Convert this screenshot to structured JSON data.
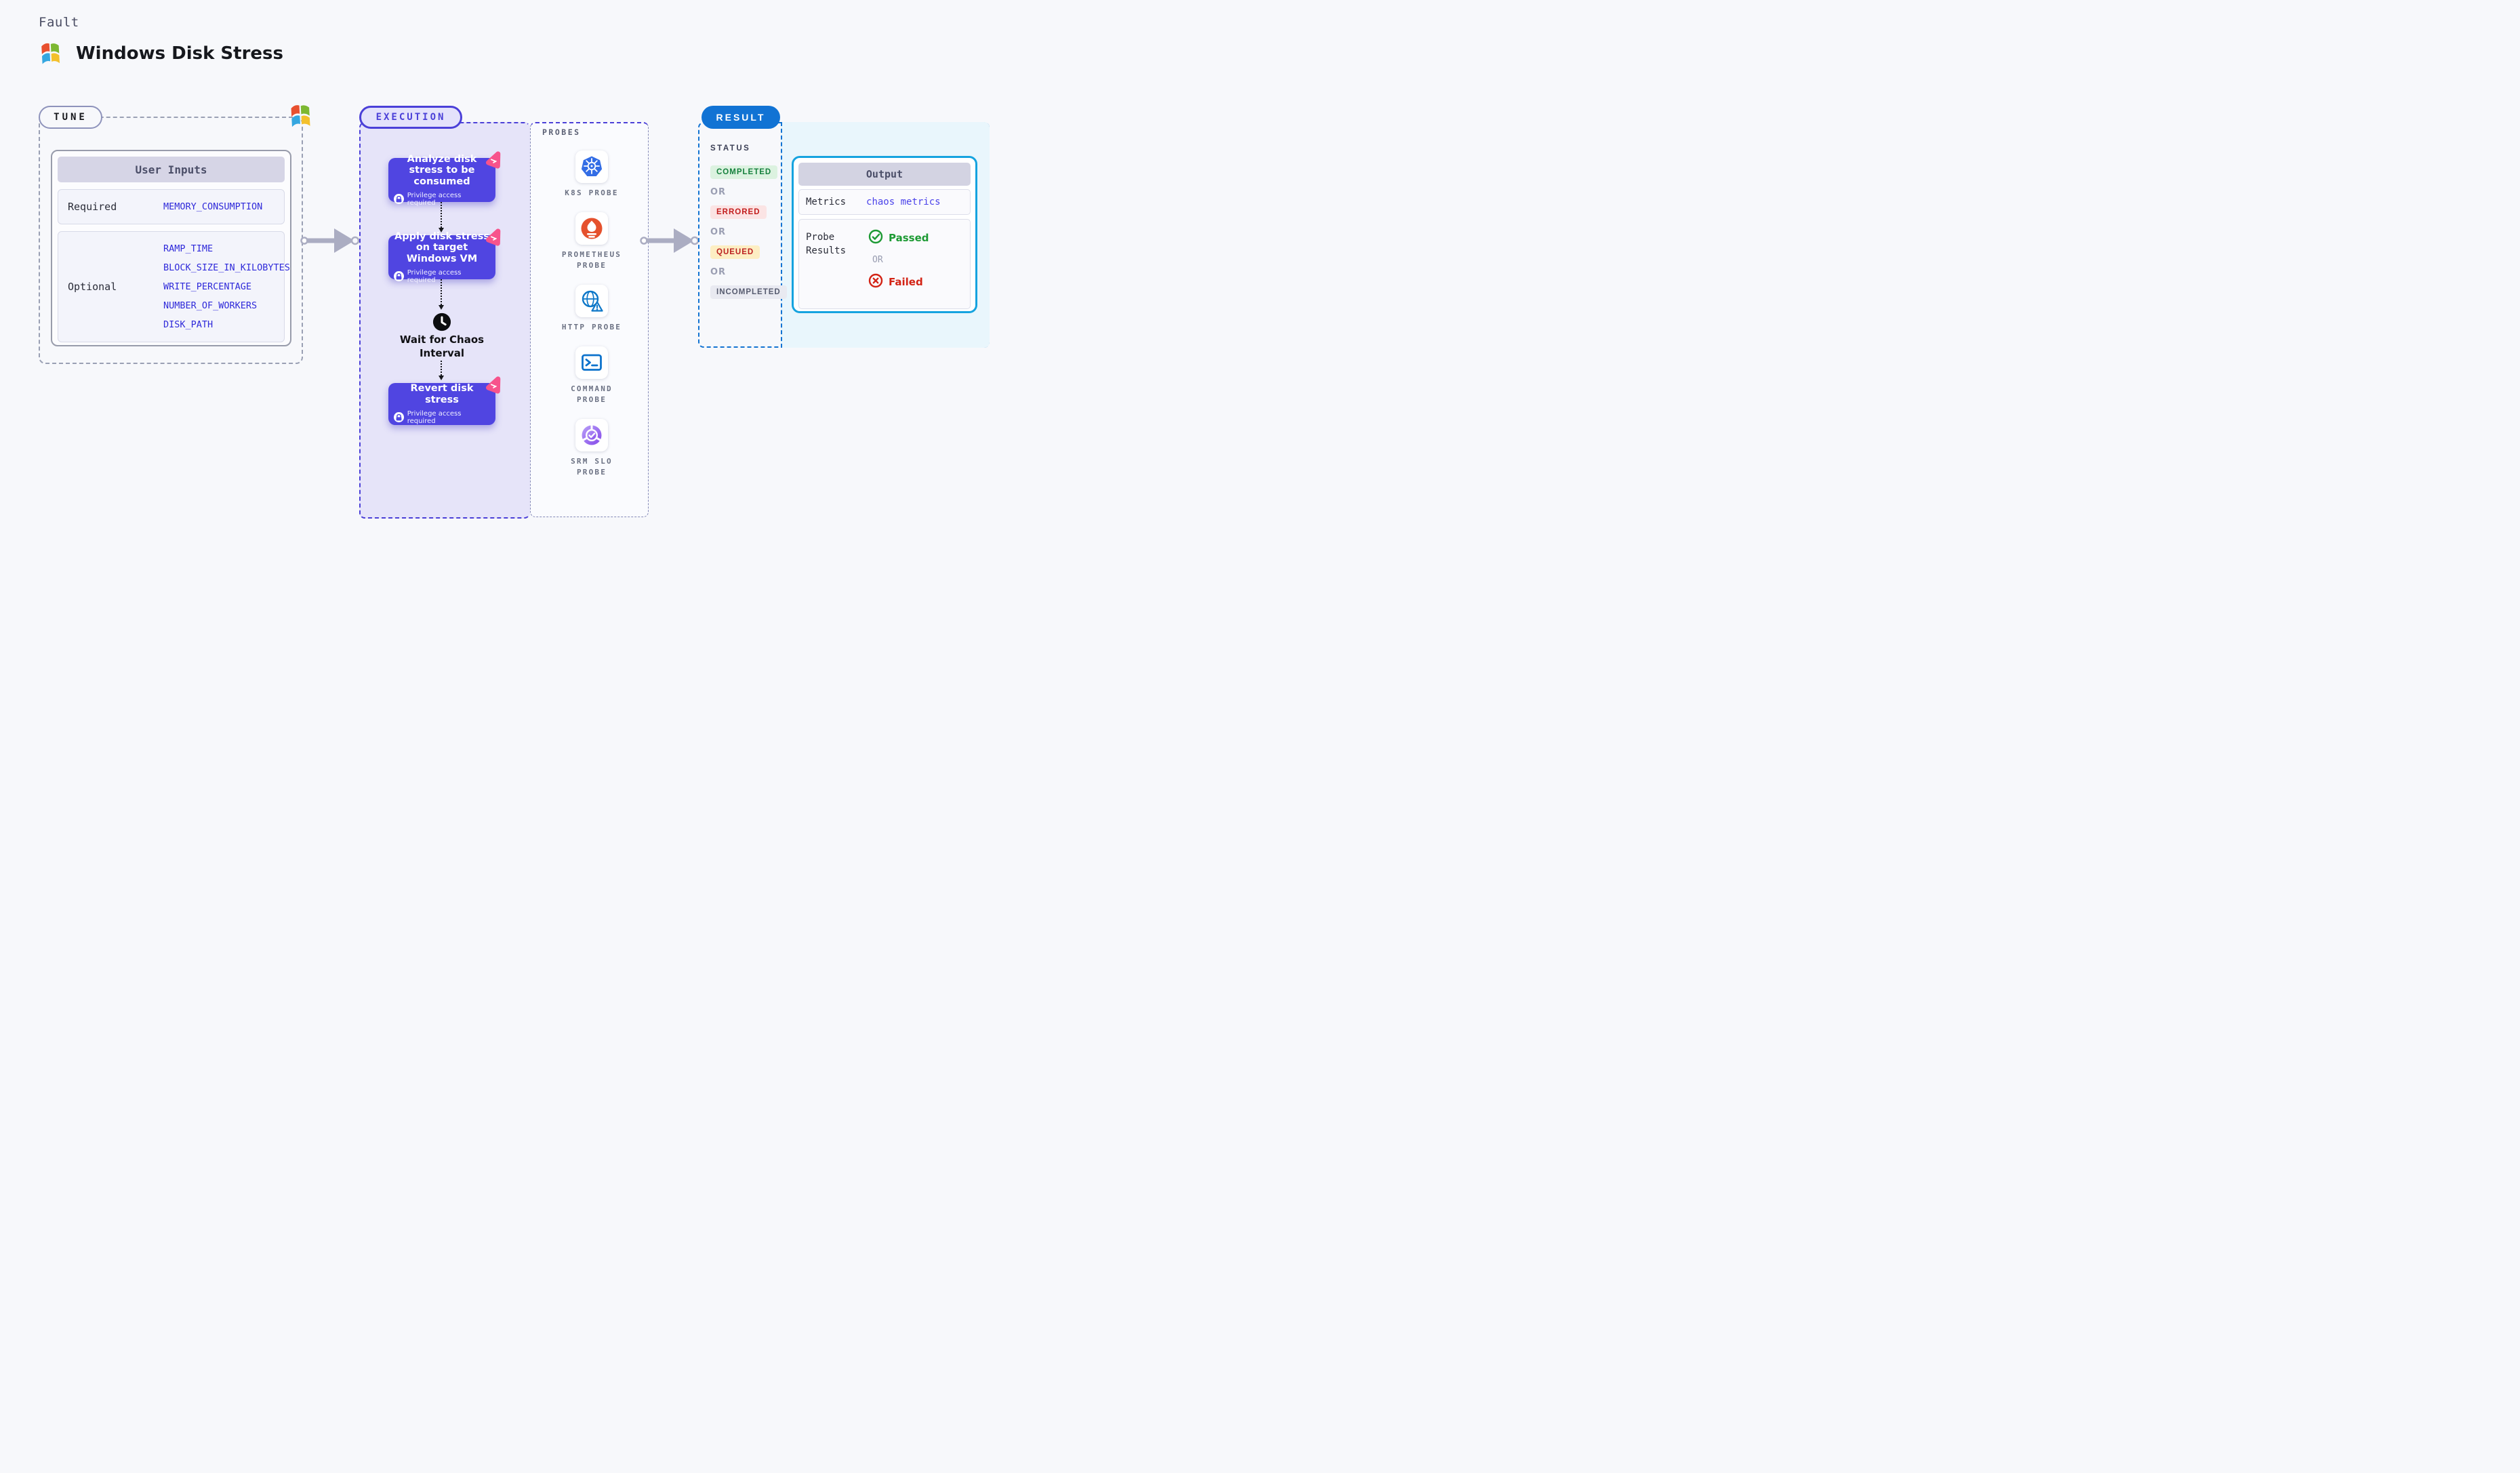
{
  "page": {
    "fault_label": "Fault",
    "title": "Windows Disk Stress"
  },
  "colors": {
    "indigo_card": "#5045e1",
    "execution_border": "#4b40d8",
    "pink_flag": "#f7538c",
    "result_blue": "#1173d4",
    "output_cyan": "#15a3df",
    "passed_green": "#1d9a34",
    "failed_red": "#d32315",
    "param_blue": "#2f2ada"
  },
  "tune": {
    "badge": "TUNE",
    "user_inputs": {
      "title": "User Inputs",
      "required_label": "Required",
      "required_params": [
        "MEMORY_CONSUMPTION"
      ],
      "optional_label": "Optional",
      "optional_params": [
        "RAMP_TIME",
        "BLOCK_SIZE_IN_KILOBYTES",
        "WRITE_PERCENTAGE",
        "NUMBER_OF_WORKERS",
        "DISK_PATH"
      ]
    }
  },
  "execution": {
    "badge": "EXECUTION",
    "steps": [
      {
        "title": "Analyze disk stress to be consumed",
        "privilege": "Privilege access required",
        "flag_icon": "chaos-flag-icon",
        "privilege_icon": "lock-icon"
      },
      {
        "title": "Apply disk stress on target Windows VM",
        "privilege": "Privilege access required",
        "flag_icon": "chaos-flag-icon",
        "privilege_icon": "lock-icon"
      },
      {
        "title": "Revert disk stress",
        "privilege": "Privilege access required",
        "flag_icon": "chaos-flag-icon",
        "privilege_icon": "lock-icon"
      }
    ],
    "wait_line1": "Wait for Chaos",
    "wait_line2": "Interval",
    "wait_icon": "clock-icon"
  },
  "probes": {
    "title": "PROBES",
    "items": [
      {
        "label": "K8S PROBE",
        "icon": "kubernetes-icon"
      },
      {
        "label": "PROMETHEUS PROBE",
        "icon": "prometheus-icon"
      },
      {
        "label": "HTTP PROBE",
        "icon": "http-globe-icon"
      },
      {
        "label": "COMMAND PROBE",
        "icon": "terminal-icon"
      },
      {
        "label": "SRM SLO PROBE",
        "icon": "srm-slo-icon"
      }
    ]
  },
  "result": {
    "badge": "RESULT",
    "status_title": "STATUS",
    "or_label": "OR",
    "statuses": [
      {
        "label": "COMPLETED",
        "fg": "#15803d",
        "bg": "#dcf2e0"
      },
      {
        "label": "ERRORED",
        "fg": "#c21d1d",
        "bg": "#fbe4e4"
      },
      {
        "label": "QUEUED",
        "fg": "#bb1f1f",
        "bg": "#fdeec3"
      },
      {
        "label": "INCOMPLETED",
        "fg": "#565b6f",
        "bg": "#e9eaf1"
      }
    ],
    "output": {
      "title": "Output",
      "metrics_label": "Metrics",
      "metrics_value": "chaos metrics",
      "probe_results_label": "Probe Results",
      "passed_label": "Passed",
      "or_label": "OR",
      "failed_label": "Failed",
      "passed_icon": "check-circle-icon",
      "failed_icon": "x-circle-icon"
    }
  }
}
